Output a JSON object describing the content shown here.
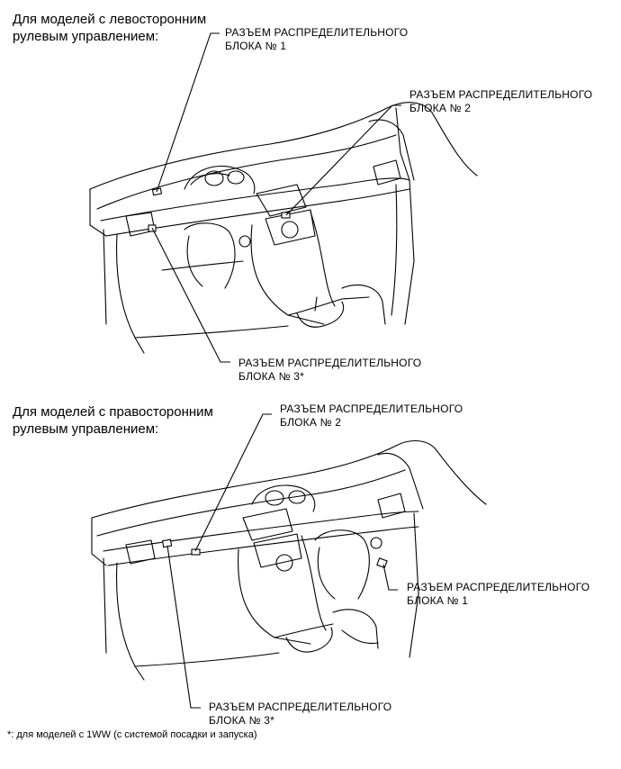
{
  "lhd": {
    "heading_line1": "Для моделей с левосторонним",
    "heading_line2": "рулевым управлением:",
    "label_jb1_line1": "РАЗЪЕМ РАСПРЕДЕЛИТЕЛЬНОГО",
    "label_jb1_line2": "БЛОКА № 1",
    "label_jb2_line1": "РАЗЪЕМ РАСПРЕДЕЛИТЕЛЬНОГО",
    "label_jb2_line2": "БЛОКА № 2",
    "label_jb3_line1": "РАЗЪЕМ РАСПРЕДЕЛИТЕЛЬНОГО",
    "label_jb3_line2": "БЛОКА № 3*"
  },
  "rhd": {
    "heading_line1": "Для моделей с правосторонним",
    "heading_line2": "рулевым управлением:",
    "label_jb2_line1": "РАЗЪЕМ РАСПРЕДЕЛИТЕЛЬНОГО",
    "label_jb2_line2": "БЛОКА № 2",
    "label_jb1_line1": "РАЗЪЕМ РАСПРЕДЕЛИТЕЛЬНОГО",
    "label_jb1_line2": "БЛОКА № 1",
    "label_jb3_line1": "РАЗЪЕМ РАСПРЕДЕЛИТЕЛЬНОГО",
    "label_jb3_line2": "БЛОКА № 3*"
  },
  "footnote": "*: для моделей с 1WW (с системой посадки и запуска)"
}
